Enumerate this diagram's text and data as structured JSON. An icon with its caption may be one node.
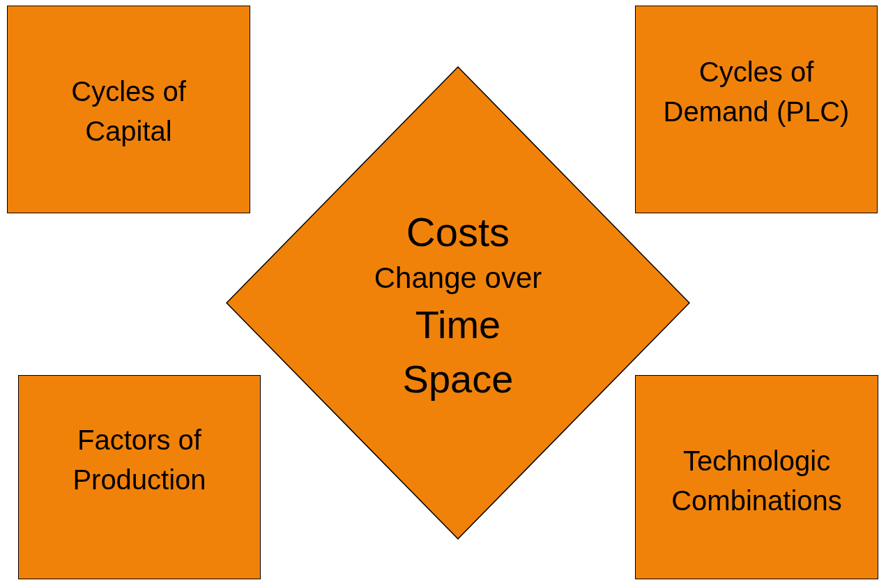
{
  "diagram": {
    "nodes": [
      {
        "text": [
          "Cycles of Capital"
        ]
      },
      {
        "text": [
          "Cycles of Demand (PLC)"
        ]
      },
      {
        "text": [
          "Costs",
          "Change over",
          "Time",
          "Space"
        ]
      },
      {
        "text": [
          "Factors of Production"
        ]
      },
      {
        "text": [
          "Technologic Combinations"
        ]
      }
    ]
  }
}
